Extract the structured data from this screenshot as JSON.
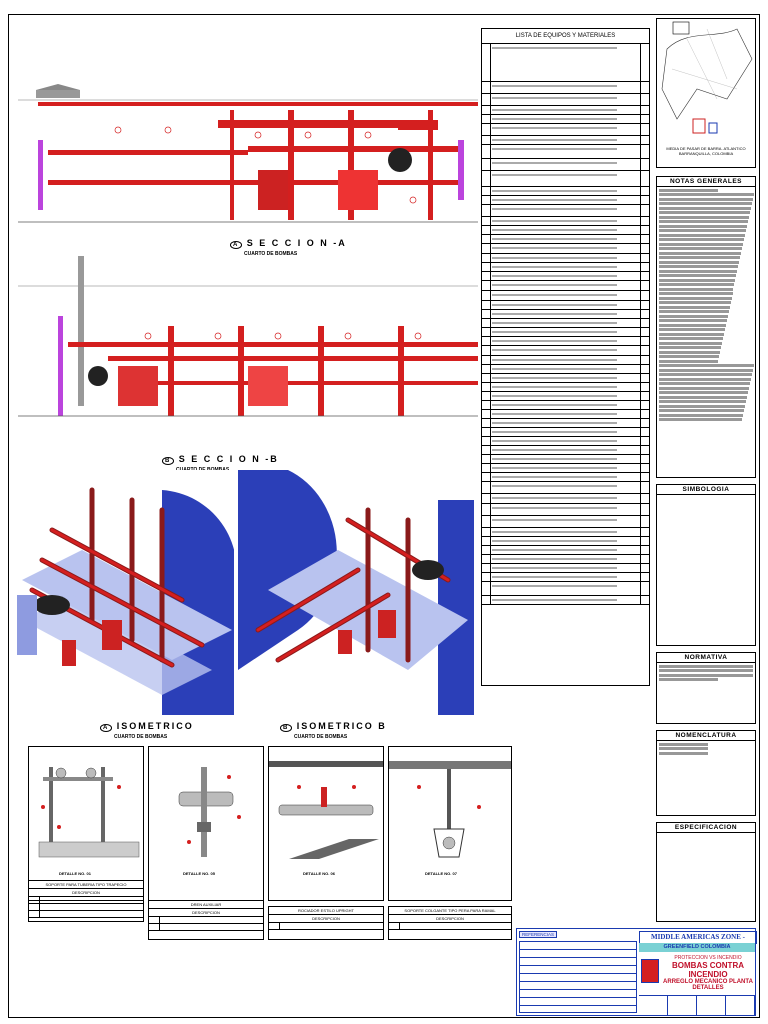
{
  "materials": {
    "title": "LISTA DE EQUIPOS Y MATERIALES"
  },
  "sections": {
    "a": {
      "number": "A",
      "title": "S E C C I O N  -A",
      "subtitle": "CUARTO DE BOMBAS"
    },
    "b": {
      "number": "B",
      "title": "S E C C I O N  -B",
      "subtitle": "CUARTO DE BOMBAS"
    },
    "iso_a": {
      "number": "A",
      "title": "ISOMETRICO",
      "subtitle": "CUARTO DE BOMBAS"
    },
    "iso_b": {
      "number": "B",
      "title": "ISOMETRICO B",
      "subtitle": "CUARTO DE BOMBAS"
    }
  },
  "right": {
    "map_caption_1": "MEDIA DE PASAR DE BARRA. ATLANTICO",
    "map_caption_2": "BARRANQUILLA, COLOMBIA",
    "notas": "NOTAS GENERALES",
    "simbologia": "SIMBOLOGIA",
    "normativa": "NORMATIVA",
    "nomenclatura": "NOMENCLATURA",
    "especificacion": "ESPECIFICACION"
  },
  "details": [
    {
      "caption": "DETALLE NO. 01",
      "table_title": "SOPORTE PARA TUBERIA TIPO TRAPECIO",
      "header": "DESCRIPCION"
    },
    {
      "caption": "DETALLE NO. 05",
      "table_title": "DREN AUXILIAR",
      "header": "DESCRIPCION"
    },
    {
      "caption": "DETALLE NO. 06",
      "table_title": "ROCIADOR ESTILO UPRIGHT",
      "header": "DESCRIPCION"
    },
    {
      "caption": "DETALLE NO. 07",
      "table_title": "SOPORTE COLGANTE TIPO PERA PARA RAMAL",
      "header": "DESCRIPCION"
    }
  ],
  "title_block": {
    "refs_label": "REFERENCIAS",
    "company": "MIDDLE AMERICAS ZONE - ABInBev",
    "site": "GREENFIELD COLOMBIA",
    "project_1": "PROTECCION VS INCENDIO",
    "project_2": "BOMBAS CONTRA INCENDIO",
    "project_3": "ARREGLO MECANICO PLANTA DETALLES"
  },
  "colors": {
    "pipe": "#d41f1f",
    "pipe_dark": "#8a1a1a",
    "water": "#2b3fb8",
    "tank": "#b9c3ef",
    "accent": "#1a3ab0"
  }
}
